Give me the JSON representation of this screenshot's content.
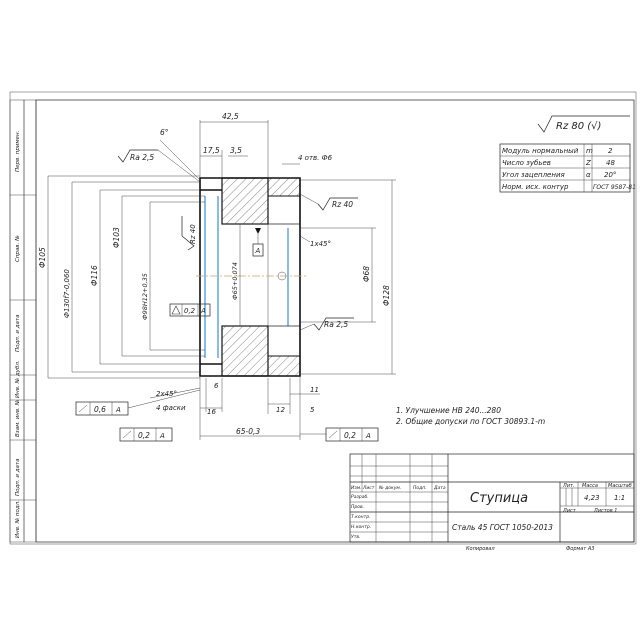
{
  "roughness_general": "Rz 80 (√)",
  "gear_params": [
    {
      "label": "Модуль нормальный",
      "symbol": "m",
      "value": "2"
    },
    {
      "label": "Число зубьев",
      "symbol": "Z",
      "value": "48"
    },
    {
      "label": "Угол зацепления",
      "symbol": "α",
      "value": "20°"
    },
    {
      "label": "Норм. исх. контур",
      "symbol": "",
      "value": "ГОСТ 9587-81"
    }
  ],
  "dims": {
    "d42_5": "42,5",
    "d17_5": "17,5",
    "d3_5": "3,5",
    "holes": "4 отв. Ф6",
    "angle6": "6°",
    "ra25_top": "Ra 2,5",
    "rz40_right": "Rz 40",
    "rz40_inner": "Rz 40",
    "d105": "Ф105",
    "d130": "Ф130f7-0,060",
    "d116": "Ф116",
    "d103": "Ф103",
    "d98": "Ф98H12+0,35",
    "d65": "Ф65+0,074",
    "d68": "Ф68",
    "d128": "Ф128",
    "chamfer1": "1х45°",
    "ra25_bottom": "Ra 2,5",
    "chamfer2": "2х45°",
    "chamfers4": "4 фаски",
    "d6": "6",
    "d16": "16",
    "d11": "11",
    "d12": "12",
    "d5": "5",
    "d65len": "65-0,3",
    "datumA": "A",
    "datumA2": "A"
  },
  "tolerances": {
    "t1": {
      "value": "0,2",
      "datum": "A"
    },
    "t2": {
      "value": "0,6",
      "datum": "A"
    },
    "t3": {
      "value": "0,2",
      "datum": "A"
    },
    "t4": {
      "value": "0,2",
      "datum": "A"
    }
  },
  "notes": [
    "1. Улучшение НВ 240...280",
    "2. Общие допуски по ГОСТ 30893.1-m"
  ],
  "side_labels": [
    "Перв. примен.",
    "Справ. №",
    "Подп. и дата",
    "Инв. № дубл.",
    "Взам. инв. №",
    "Подп. и дата",
    "Инв. № подл."
  ],
  "title_block": {
    "name": "Ступица",
    "material": "Сталь 45 ГОСТ 1050-2013",
    "lit_header": "Лит.",
    "mass_header": "Масса",
    "scale_header": "Масштаб",
    "mass": "4,23",
    "scale": "1:1",
    "sheet": "Лист",
    "sheets": "Листов 1",
    "izm": "Изм.",
    "list": "Лист",
    "ndoc": "№ докум.",
    "podp": "Подп.",
    "data": "Дата",
    "razrab": "Разраб.",
    "prov": "Пров.",
    "tkontr": "Т.контр.",
    "nkontr": "Н.контр.",
    "utv": "Утв.",
    "kopiroval": "Копировал",
    "format": "Формат А3"
  }
}
